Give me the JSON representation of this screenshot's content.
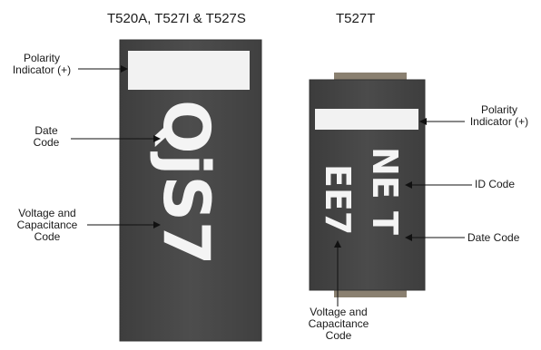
{
  "titles": {
    "left": "T520A, T527I & T527S",
    "right": "T527T"
  },
  "left_component": {
    "marking": "QjS7",
    "labels": {
      "polarity": [
        "Polarity",
        "Indicator (+)"
      ],
      "date_code": [
        "Date",
        "Code"
      ],
      "voltage_capacitance": [
        "Voltage and",
        "Capacitance",
        "Code"
      ]
    }
  },
  "right_component": {
    "marking_line1": "NE T",
    "marking_line2": "EE7",
    "labels": {
      "polarity": [
        "Polarity",
        "Indicator (+)"
      ],
      "id_code": "ID Code",
      "date_code": "Date Code",
      "voltage_capacitance": [
        "Voltage and",
        "Capacitance",
        "Code"
      ]
    }
  },
  "colors": {
    "body_dark": "#4a4a4a",
    "body_edge": "#3a3a3a",
    "polarity_band": "#f2f2f2",
    "marking_text": "#f4f4f4",
    "terminal": "#8a8070"
  }
}
